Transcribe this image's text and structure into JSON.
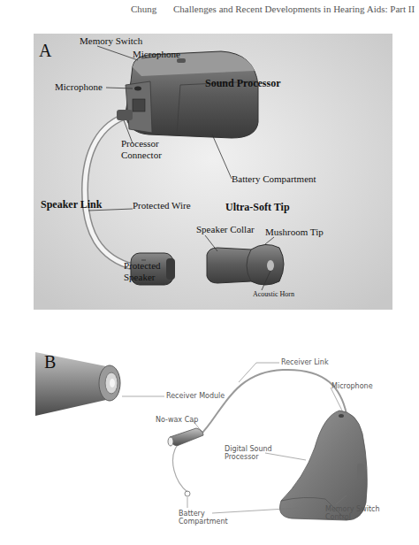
{
  "diagram": {
    "labels": [
      "Chung",
      "Challenges and Recent Developments in Hearing Aids: Part II",
      "A",
      "Memory Switch",
      "Microphone",
      "Sound Processor",
      "Microphone",
      "Processor Connector",
      "Battery Compartment",
      "Speaker Link",
      "Protected Wire",
      "Ultra-Soft Tip",
      "Speaker Collar",
      "Mushroom Tip",
      "Protected Speaker",
      "Acoustic Horn",
      "B",
      "Receiver Link",
      "Receiver Module",
      "Microphone",
      "No-wax Cap",
      "Digital Sound Processor",
      "Battery Compartment",
      "Memory Switch Control"
    ]
  }
}
